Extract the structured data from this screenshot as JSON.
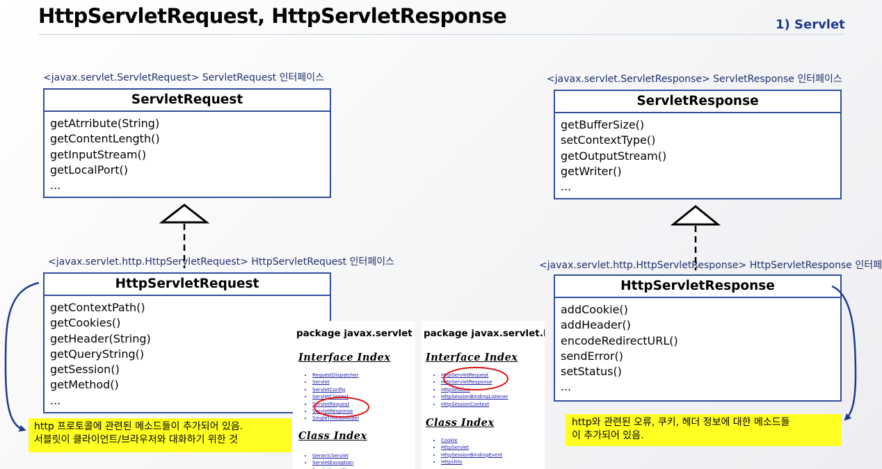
{
  "title": "HttpServletRequest, HttpServletResponse",
  "section": "1) Servlet",
  "left": {
    "parent": {
      "package": "<javax.servlet.ServletRequest>  ServletRequest 인터페이스",
      "name": "ServletRequest",
      "methods": [
        "getAtrribute(String)",
        "getContentLength()",
        "getInputStream()",
        "getLocalPort()",
        "..."
      ]
    },
    "child": {
      "package": "<javax.servlet.http.HttpServletRequest>  HttpServletRequest 인터페이스",
      "name": "HttpServletRequest",
      "methods": [
        "getContextPath()",
        "getCookies()",
        "getHeader(String)",
        "getQueryString()",
        "getSession()",
        "getMethod()",
        "..."
      ]
    },
    "note": [
      "http 프로토콜에 관련된 메소드들이 추가되어 있음.",
      "서블릿이 클라이언트/브라우저와 대화하기 위한 것"
    ]
  },
  "right": {
    "parent": {
      "package": "<javax.servlet.ServletResponse>  ServletResponse 인터페이스",
      "name": "ServletResponse",
      "methods": [
        "getBufferSize()",
        "setContextType()",
        "getOutputStream()",
        "getWriter()",
        "..."
      ]
    },
    "child": {
      "package": "<javax.servlet.http.HttpServletResponse>  HttpServletResponse 인터페이스",
      "name": "HttpServletResponse",
      "methods": [
        "addCookie()",
        "addHeader()",
        "encodeRedirectURL()",
        "sendError()",
        "setStatus()",
        "..."
      ]
    },
    "note": [
      "http와 관련된 오류, 쿠키, 헤더 정보에 대한 메소드들",
      "이 추가되어 있음."
    ]
  },
  "docs": [
    {
      "package": "package javax.servlet",
      "interface_index": "Interface Index",
      "interfaces": [
        "RequestDispatcher",
        "Servlet",
        "ServletConfig",
        "ServletContext",
        "ServletRequest",
        "ServletResponse",
        "SingleThreadModel"
      ],
      "class_index": "Class Index",
      "classes": [
        "GenericServlet",
        "ServletException",
        "ServletInputStream"
      ]
    },
    {
      "package": "package javax.servlet.http",
      "interface_index": "Interface Index",
      "interfaces": [
        "HttpServletRequest",
        "HttpServletResponse",
        "HttpSession",
        "HttpSessionBindingListener",
        "HttpSessionContext"
      ],
      "class_index": "Class Index",
      "classes": [
        "Cookie",
        "HttpServlet",
        "HttpSessionBindingEvent",
        "HttpUtils"
      ]
    }
  ],
  "colors": {
    "box_border": "#2f4c9a",
    "arrow": "#1f3a8a",
    "note_bg": "#ffff22",
    "highlight_circle": "#e01010",
    "link": "#1a1aa6"
  }
}
